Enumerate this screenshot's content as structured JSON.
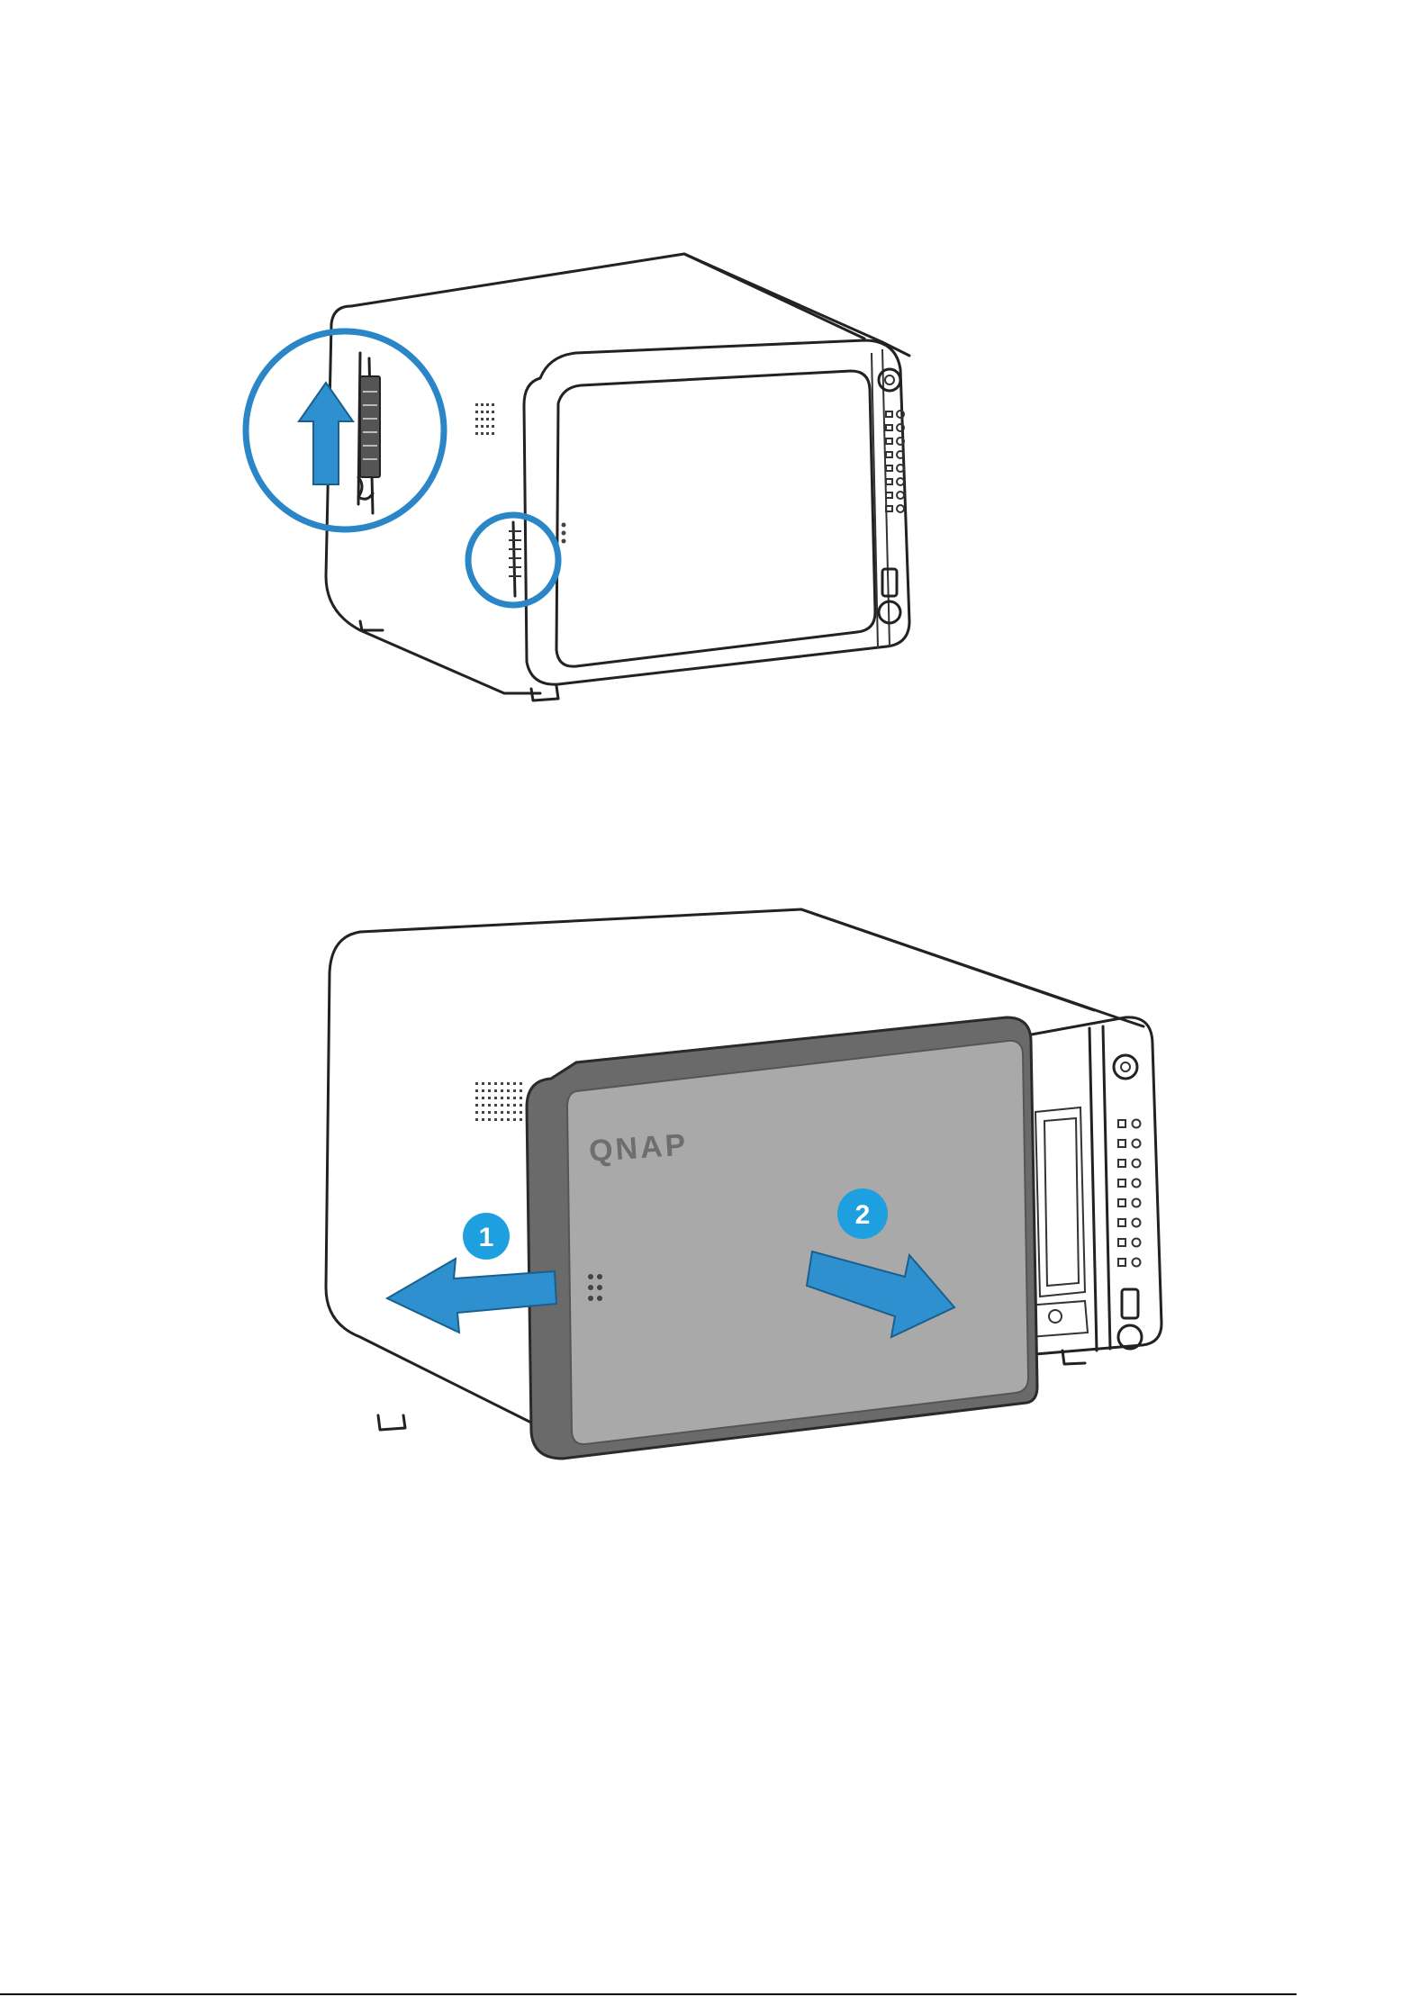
{
  "document": {
    "brand_logo_text": "QNAP",
    "steps": [
      {
        "number": "1"
      },
      {
        "number": "2"
      }
    ],
    "colors": {
      "callout": "#2a86c6",
      "arrow": "#2f90d0",
      "badge": "#1e9fe0",
      "cover": "#a9a9a9",
      "cover_edge": "#6a6a6a"
    }
  }
}
